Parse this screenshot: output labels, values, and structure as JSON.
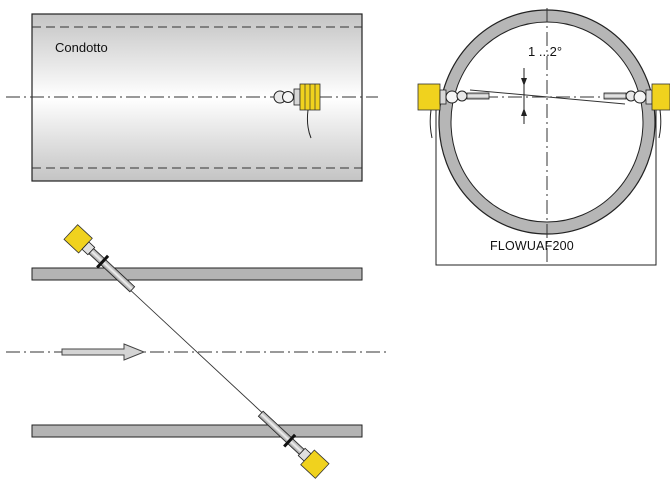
{
  "labels": {
    "pipe": "Condotto",
    "angle": "1 ...2°",
    "model": "FLOWUAF200"
  },
  "colors": {
    "sensor_yellow": "#f0d21e",
    "pipe_wall_gray": "#b4b4b4",
    "line": "#1a1a1a"
  },
  "icons": [
    "transducer-icon",
    "flow-arrow-icon"
  ]
}
